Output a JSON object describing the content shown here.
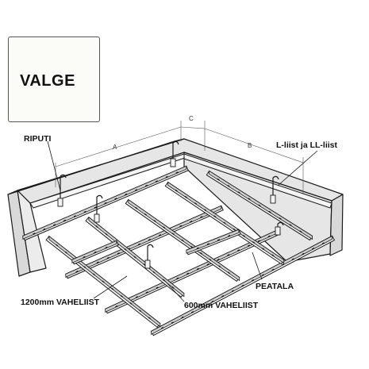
{
  "swatch": {
    "label": "VALGE",
    "color": "#fbfbf7"
  },
  "labels": {
    "hanger": "RIPUTI",
    "edge_profile": "L-liist ja LL-liist",
    "main_runner": "PEATALA",
    "cross_1200": "1200mm VAHELIIST",
    "cross_600": "600mm VAHELIIST"
  },
  "dimensions": {
    "a": "A",
    "b": "B",
    "c": "C"
  },
  "colors": {
    "wall_fill": "#e6e6e6",
    "line": "#1a1a1a",
    "rail_fill": "#f4f4f4"
  }
}
